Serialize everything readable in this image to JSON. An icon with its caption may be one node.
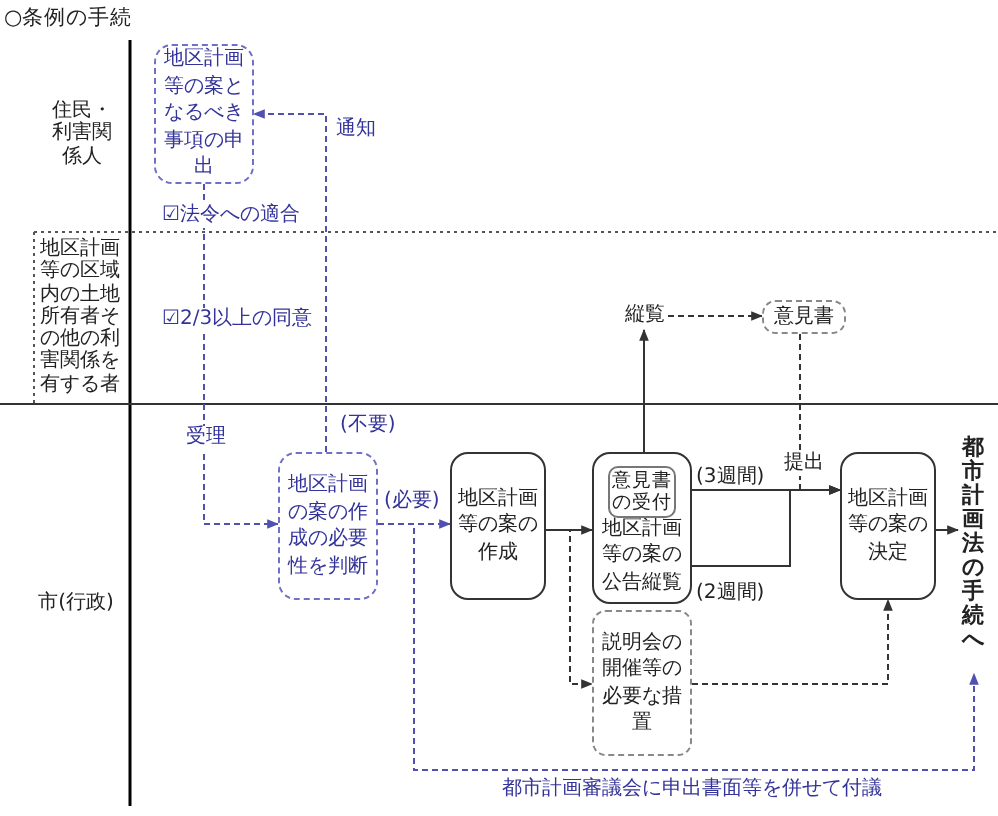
{
  "diagram": {
    "title": "○条例の手続",
    "nodes": [
      {
        "text": [
          "地区計画等の案となるべき事項の申出"
        ]
      },
      {
        "text": [
          "地区計画の案の作成の必要性を判断"
        ]
      },
      {
        "text": [
          "地区計画等の案の作成"
        ]
      },
      {
        "text": [
          "地区計画等の案の公告縦覧"
        ],
        "beside": [
          "(3週間)",
          "(2週間)"
        ]
      },
      {
        "text": [
          "意見書の受付"
        ],
        "in": 3
      },
      {
        "text": [
          "縦覧"
        ]
      },
      {
        "text": [
          "意見書"
        ]
      },
      {
        "text": [
          "地区計画等の案の決定"
        ]
      },
      {
        "text": [
          "説明会の開催等の必要な措置"
        ]
      },
      {
        "text": [
          "都市計画法の手続へ"
        ]
      }
    ],
    "edges": [
      {
        "from": 0,
        "to": 1,
        "arrow": "to",
        "label": "受理",
        "style": "dashed",
        "color": "#5050b0"
      },
      {
        "from": 1,
        "to": 0,
        "arrow": "to",
        "label": "(不要)",
        "style": "dashed",
        "color": "#5050b0"
      },
      {
        "from": 1,
        "to": 2,
        "arrow": "to",
        "label": "(必要)",
        "style": "dashed",
        "color": "#5050b0"
      },
      {
        "from": 1,
        "to": 9,
        "arrow": "to",
        "label": "都市計画審議会に申出書面等を併せて付議",
        "style": "dashed",
        "color": "#5050b0"
      },
      {
        "from": 2,
        "to": 3,
        "arrow": "to"
      },
      {
        "from": 3,
        "to": 5,
        "arrow": "to"
      },
      {
        "from": 5,
        "to": 6,
        "arrow": "to",
        "style": "dashed"
      },
      {
        "from": 6,
        "to": 7,
        "arrow": "to",
        "label": "提出",
        "style": "dashed"
      },
      {
        "from": 4,
        "to": 7,
        "arrow": "to"
      },
      {
        "from": 3,
        "to": 7,
        "arrow": "to"
      },
      {
        "from": 7,
        "to": 9,
        "arrow": "to"
      },
      {
        "from": 2,
        "to": 8,
        "arrow": "to",
        "style": "dashed"
      },
      {
        "from": 8,
        "to": 7,
        "arrow": "to",
        "style": "dashed"
      }
    ],
    "labels": [
      "住民・利害関係人",
      "地区計画等の区域内の土地所有者その他の利害関係を有する者",
      "市(行政)",
      "☑法令への適合",
      "☑2/3以上の同意",
      "通知"
    ]
  }
}
